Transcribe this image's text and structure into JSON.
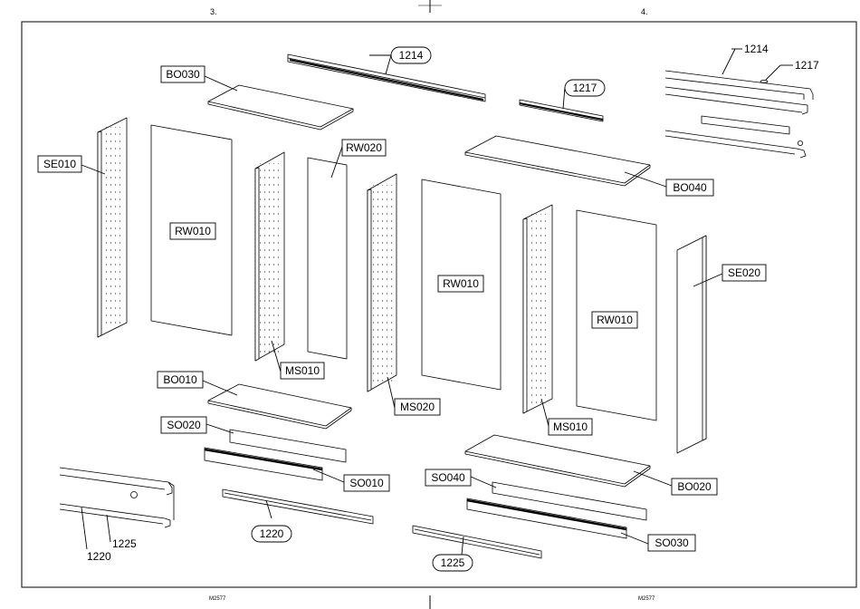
{
  "page": {
    "left_number": "3.",
    "right_number": "4.",
    "left_footer": "M2577",
    "right_footer": "M2577"
  },
  "labels": {
    "bo030": "BO030",
    "p1214_pill": "1214",
    "p1217_pill": "1217",
    "p1214_detail": "1214",
    "p1217_detail": "1217",
    "se010": "SE010",
    "rw010_left": "RW010",
    "rw020": "RW020",
    "bo040": "BO040",
    "rw010_mid": "RW010",
    "se020": "SE020",
    "rw010_right": "RW010",
    "ms010_left": "MS010",
    "bo010": "BO010",
    "ms020": "MS020",
    "ms010_right": "MS010",
    "so020": "SO020",
    "so010": "SO010",
    "so040": "SO040",
    "bo020": "BO020",
    "p1220_pill": "1220",
    "so030": "SO030",
    "p1220_detail": "1220",
    "p1225_detail": "1225",
    "p1225_pill": "1225"
  }
}
